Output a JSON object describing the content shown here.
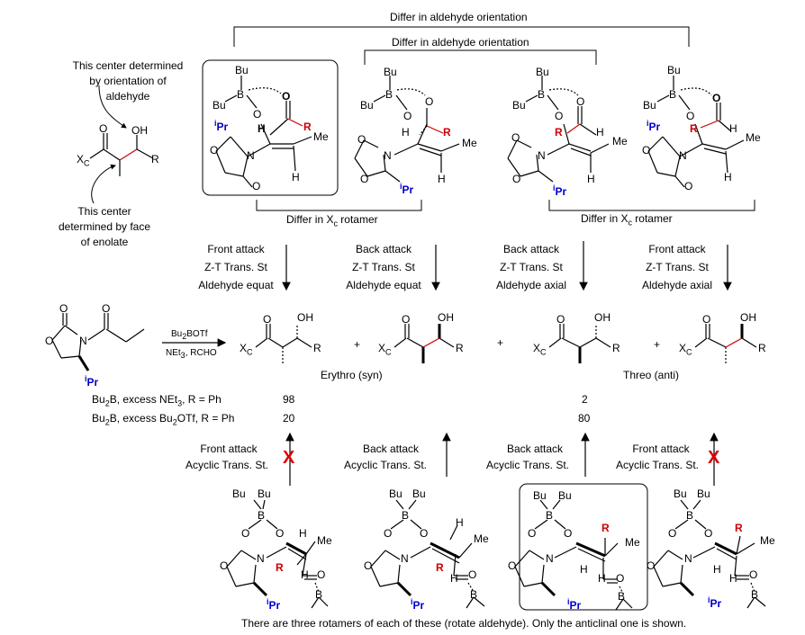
{
  "top": {
    "differ_outer": "Differ in aldehyde orientation",
    "differ_inner": "Differ in aldehyde orientation",
    "differ_rotamer_left": "Differ in X",
    "differ_rotamer_right": "Differ in X",
    "rotamer_sub": "c",
    "rotamer_suffix": " rotamer"
  },
  "left_note": {
    "line1": "This center determined",
    "line2": "by orientation of",
    "line3": "aldehyde",
    "bottom1": "This center",
    "bottom2": "determined by face",
    "bottom3": "of enolate"
  },
  "atoms": {
    "bu": "Bu",
    "b": "B",
    "o": "O",
    "n": "N",
    "h": "H",
    "me": "Me",
    "r": "R",
    "ipr_sup": "i",
    "ipr": "Pr",
    "oh": "OH",
    "xc": "X",
    "xc_sub": "C"
  },
  "attacks_top": [
    {
      "l1": "Front attack",
      "l2": "Z-T Trans. St",
      "l3": "Aldehyde  equat"
    },
    {
      "l1": "Back attack",
      "l2": "Z-T Trans. St",
      "l3": "Aldehyde  equat"
    },
    {
      "l1": "Back attack",
      "l2": "Z-T Trans. St",
      "l3": "Aldehyde  axial"
    },
    {
      "l1": "Front attack",
      "l2": "Z-T Trans. St",
      "l3": "Aldehyde  axial"
    }
  ],
  "reaction": {
    "reagent1": "Bu",
    "reagent1_sub": "2",
    "reagent1_tail": "BOTf",
    "reagent2": "NEt",
    "reagent2_sub": "3",
    "reagent2_tail": ", RCHO",
    "plus": "+",
    "erythro": "Erythro (syn)",
    "threo": "Threo (anti)"
  },
  "conditions": [
    {
      "a": "Bu",
      "a_sub": "2",
      "b": "B, excess NEt",
      "b_sub": "3",
      "c": ", R = Ph",
      "erythro": "98",
      "threo": "2"
    },
    {
      "a": "Bu",
      "a_sub": "2",
      "b": "B, excess Bu",
      "b_sub": "2",
      "c": "OTf, R = Ph",
      "erythro": "20",
      "threo": "80"
    }
  ],
  "attacks_bottom": [
    {
      "l1": "Front attack",
      "l2": "Acyclic Trans. St.",
      "blocked": true
    },
    {
      "l1": "Back attack",
      "l2": "Acyclic Trans. St.",
      "blocked": false
    },
    {
      "l1": "Back attack",
      "l2": "Acyclic Trans. St.",
      "blocked": false
    },
    {
      "l1": "Front attack",
      "l2": "Acyclic Trans. St.",
      "blocked": true
    }
  ],
  "blocked_mark": "X",
  "footnote": "There are three rotamers of each of these (rotate aldehyde). Only the anticlinal one is shown.",
  "colors": {
    "red": "#cc0000",
    "blue": "#0000cc"
  }
}
